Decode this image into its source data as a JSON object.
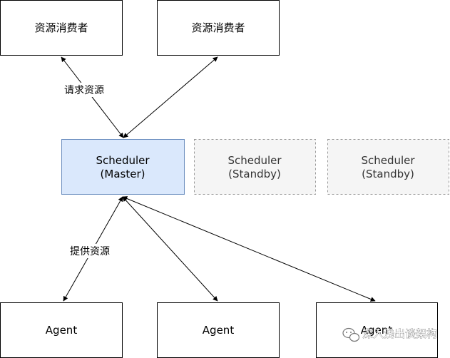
{
  "consumers": [
    {
      "label": "资源消费者"
    },
    {
      "label": "资源消费者"
    }
  ],
  "schedulers": [
    {
      "line1": "Scheduler",
      "line2": "(Master)",
      "role": "master"
    },
    {
      "line1": "Scheduler",
      "line2": "(Standby)",
      "role": "standby"
    },
    {
      "line1": "Scheduler",
      "line2": "(Standby)",
      "role": "standby"
    }
  ],
  "agents": [
    {
      "label": "Agent"
    },
    {
      "label": "Agent"
    },
    {
      "label": "Agent"
    }
  ],
  "edges": {
    "request_label": "请求资源",
    "offer_label": "提供资源"
  },
  "watermark": {
    "text": "深入浅出谈架构"
  },
  "colors": {
    "master_fill": "#dae8fc",
    "master_stroke": "#6c8ebf",
    "standby_fill": "#f5f5f5",
    "standby_stroke": "#999999",
    "box_stroke": "#000000",
    "edge": "#000000"
  }
}
